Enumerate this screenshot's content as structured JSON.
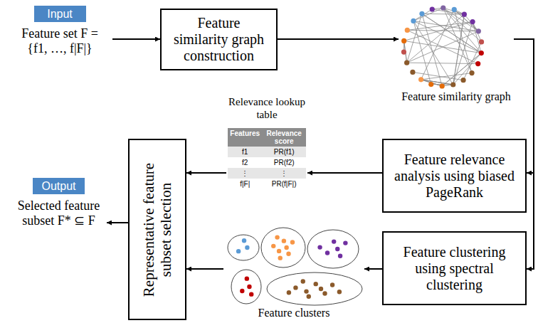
{
  "diagram": {
    "nodes": [
      {
        "text": [
          "Input",
          "Feature set F = {f1, …, f|F|}"
        ]
      },
      {
        "text": [
          "Feature similarity graph construction"
        ]
      },
      {
        "text": [
          "Feature similarity graph"
        ]
      },
      {
        "text": [
          "Feature relevance analysis using biased PageRank"
        ]
      },
      {
        "text": [
          "Feature clustering using spectral clustering"
        ]
      },
      {
        "text": [
          "Relevance lookup table",
          "Features",
          "Relevance score",
          "f1",
          "PR(f1)",
          "f2",
          "PR(f2)",
          "⋮",
          "⋮",
          "f|F|",
          "PR(f|F|)"
        ]
      },
      {
        "text": [
          "Feature clusters"
        ]
      },
      {
        "text": [
          "Representative feature subset selection"
        ]
      },
      {
        "text": [
          "Output",
          "Selected feature subset F* ⊆ F"
        ]
      }
    ],
    "edges": [
      {
        "from": 0,
        "to": 1,
        "arrow": "to"
      },
      {
        "from": 1,
        "to": 2,
        "arrow": "to"
      },
      {
        "from": 2,
        "to": 3,
        "arrow": "to"
      },
      {
        "from": 2,
        "to": 4,
        "arrow": "to"
      },
      {
        "from": 3,
        "to": 5,
        "arrow": "to"
      },
      {
        "from": 4,
        "to": 6,
        "arrow": "to"
      },
      {
        "from": 5,
        "to": 7,
        "arrow": "to"
      },
      {
        "from": 6,
        "to": 7,
        "arrow": "to"
      },
      {
        "from": 7,
        "to": 8,
        "arrow": "to"
      }
    ]
  }
}
